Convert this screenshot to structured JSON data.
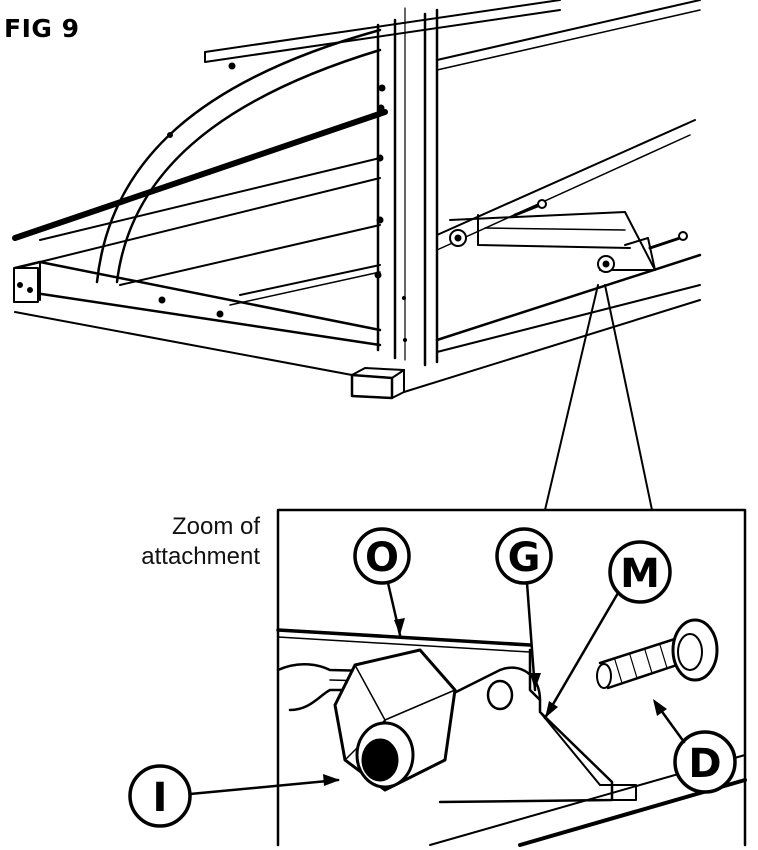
{
  "figure": {
    "title": "FIG 9",
    "zoom_label_line1": "Zoom of",
    "zoom_label_line2": "attachment"
  },
  "callouts": {
    "O": "O",
    "G": "G",
    "M": "M",
    "I": "I",
    "D": "D"
  },
  "colors": {
    "ink": "#000000",
    "paper": "#ffffff"
  }
}
